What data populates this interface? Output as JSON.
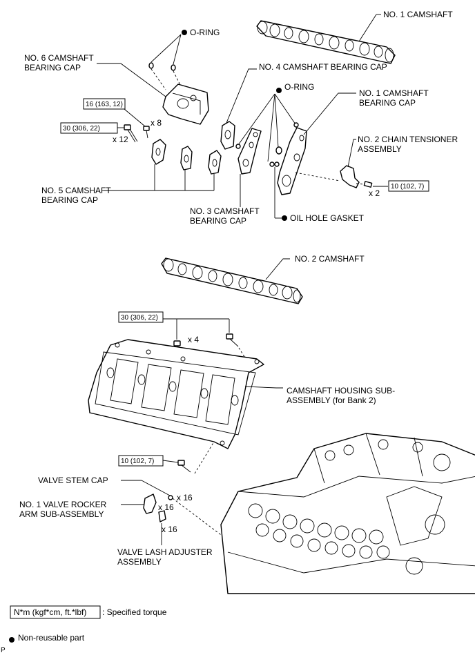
{
  "labels": {
    "no1_camshaft": "NO. 1 CAMSHAFT",
    "oring_top": "O-RING",
    "no6_cap_line1": "NO. 6 CAMSHAFT",
    "no6_cap_line2": "BEARING CAP",
    "no4_cap": "NO. 4 CAMSHAFT BEARING CAP",
    "oring_mid": "O-RING",
    "no1_cap_line1": "NO. 1 CAMSHAFT",
    "no1_cap_line2": "BEARING CAP",
    "no2_tensioner_line1": "NO. 2 CHAIN TENSIONER",
    "no2_tensioner_line2": "ASSEMBLY",
    "no5_cap_line1": "NO. 5 CAMSHAFT",
    "no5_cap_line2": "BEARING CAP",
    "no3_cap_line1": "NO. 3 CAMSHAFT",
    "no3_cap_line2": "BEARING CAP",
    "oil_hole_gasket": "OIL HOLE GASKET",
    "no2_camshaft": "NO. 2 CAMSHAFT",
    "housing_line1": "CAMSHAFT HOUSING SUB-",
    "housing_line2": "ASSEMBLY (for Bank 2)",
    "valve_stem_cap": "VALVE STEM CAP",
    "rocker_line1": "NO. 1 VALVE ROCKER",
    "rocker_line2": "ARM SUB-ASSEMBLY",
    "lash_line1": "VALVE LASH ADJUSTER",
    "lash_line2": "ASSEMBLY"
  },
  "torques": {
    "cap16": "16 (163, 12)",
    "cap30": "30 (306, 22)",
    "tensioner10": "10 (102, 7)",
    "housing30": "30 (306, 22)",
    "housing10": "10 (102, 7)"
  },
  "quantities": {
    "x8": "x 8",
    "x12": "x 12",
    "x2": "x 2",
    "x4": "x 4",
    "x16a": "x 16",
    "x16b": "x 16",
    "x16c": "x 16"
  },
  "legend": {
    "torque_unit": "N*m (kgf*cm, ft.*lbf)",
    "torque_desc": ": Specified torque",
    "nonreusable": "Non-reusable part"
  },
  "corner_mark": "P"
}
